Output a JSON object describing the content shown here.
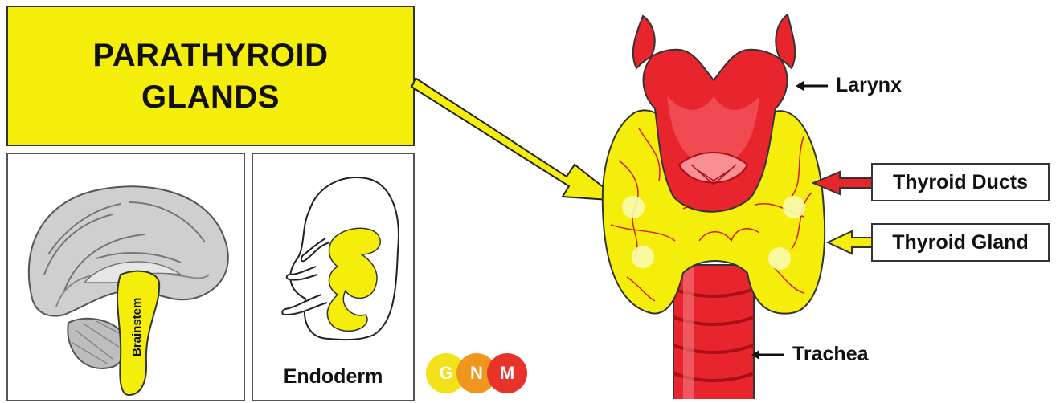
{
  "title": {
    "line1": "PARATHYROID",
    "line2": "GLANDS"
  },
  "brain_panel": {
    "label": "Brainstem"
  },
  "embryo_panel": {
    "label": "Endoderm"
  },
  "labels": {
    "larynx": "Larynx",
    "thyroid_ducts": "Thyroid Ducts",
    "thyroid_gland": "Thyroid Gland",
    "trachea": "Trachea"
  },
  "logo": {
    "letters": [
      "G",
      "N",
      "M"
    ],
    "colors": [
      "#f3e21a",
      "#f0961e",
      "#e8332b"
    ]
  },
  "colors": {
    "yellow": "#f5ee0b",
    "red": "#e8252d",
    "dark_red": "#b8141b"
  }
}
